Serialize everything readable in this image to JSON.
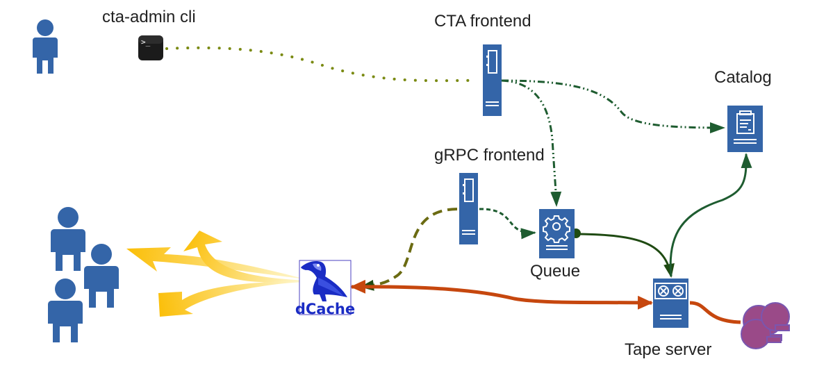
{
  "labels": {
    "cli": "cta-admin cli",
    "cta_frontend": "CTA frontend",
    "grpc_frontend": "gRPC frontend",
    "catalog": "Catalog",
    "queue": "Queue",
    "tape_server": "Tape server",
    "dcache": "dCache"
  },
  "terminal_prompt": ">_",
  "colors": {
    "server_blue": "#3465a8",
    "person_blue": "#3465a8",
    "admin_link": "#7a8a12",
    "frontend_link": "#1e5c30",
    "grpc_link": "#6b6b12",
    "queue_link": "#1f4a12",
    "data_flow": "#c6470e",
    "user_flow": "#fbbf0a",
    "tape_library": "#9a4a88",
    "dcache_logo": "#1a2cc4"
  },
  "icons": [
    "person-icon",
    "terminal-icon",
    "server-icon",
    "gear-icon",
    "tape-drive-icon",
    "catalog-icon",
    "tape-library-icon",
    "bird-logo"
  ]
}
